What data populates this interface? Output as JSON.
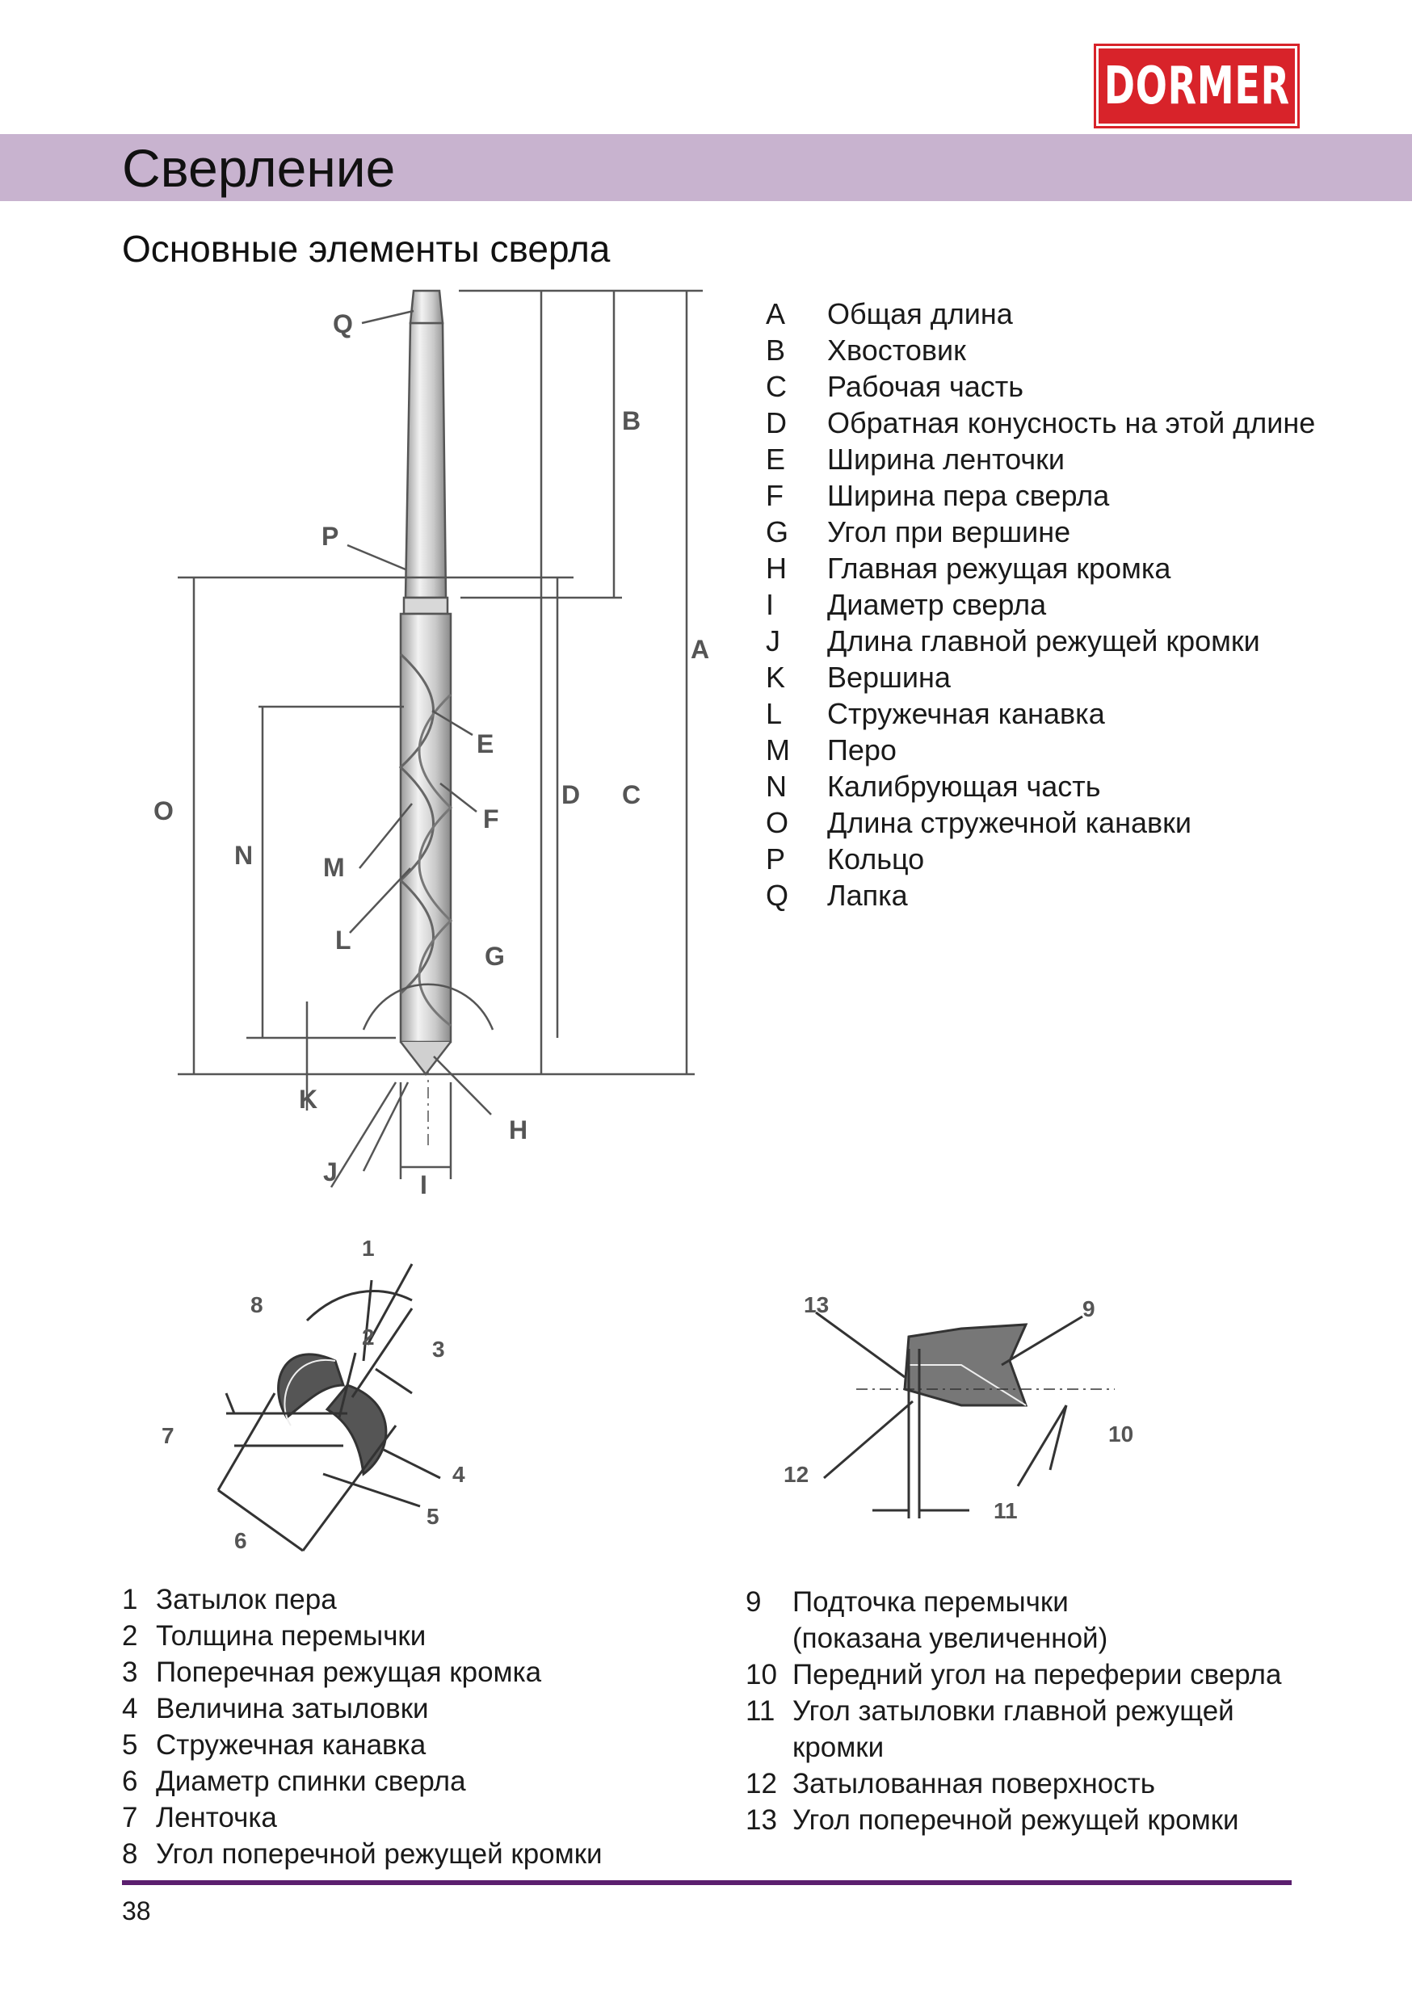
{
  "brand": {
    "logo_text": "DORMER",
    "color": "#d8232a"
  },
  "header": {
    "title": "Сверление",
    "band_color": "#c8b3cf"
  },
  "section": {
    "subtitle": "Основные элементы сверла"
  },
  "main_diagram": {
    "labels": [
      "Q",
      "B",
      "P",
      "A",
      "E",
      "F",
      "O",
      "D",
      "C",
      "N",
      "M",
      "L",
      "G",
      "K",
      "H",
      "J",
      "I"
    ]
  },
  "legend_letters": [
    {
      "key": "A",
      "text": "Общая длина"
    },
    {
      "key": "B",
      "text": "Хвостовик"
    },
    {
      "key": "C",
      "text": "Рабочая часть"
    },
    {
      "key": "D",
      "text": "Обратная конусность на этой длине"
    },
    {
      "key": "E",
      "text": "Ширина ленточки"
    },
    {
      "key": "F",
      "text": "Ширина пера сверла"
    },
    {
      "key": "G",
      "text": "Угол при вершине"
    },
    {
      "key": "H",
      "text": "Главная режущая кромка"
    },
    {
      "key": "I",
      "text": "Диаметр сверла"
    },
    {
      "key": "J",
      "text": "Длина главной режущей кромки"
    },
    {
      "key": "K",
      "text": "Вершина"
    },
    {
      "key": "L",
      "text": "Стружечная канавка"
    },
    {
      "key": "M",
      "text": "Перо"
    },
    {
      "key": "N",
      "text": "Калибрующая часть"
    },
    {
      "key": "O",
      "text": "Длина стружечной канавки"
    },
    {
      "key": "P",
      "text": "Кольцо"
    },
    {
      "key": "Q",
      "text": "Лапка"
    }
  ],
  "cross_section_diagram": {
    "labels": [
      "1",
      "2",
      "3",
      "8",
      "7",
      "4",
      "5",
      "6"
    ]
  },
  "tip_diagram": {
    "labels": [
      "13",
      "9",
      "10",
      "12",
      "11"
    ]
  },
  "legend_left": [
    {
      "num": "1",
      "text": "Затылок пера"
    },
    {
      "num": "2",
      "text": "Толщина перемычки"
    },
    {
      "num": "3",
      "text": "Поперечная режущая кромка"
    },
    {
      "num": "4",
      "text": "Величина затыловки"
    },
    {
      "num": "5",
      "text": "Стружечная канавка"
    },
    {
      "num": "6",
      "text": "Диаметр спинки сверла"
    },
    {
      "num": "7",
      "text": "Ленточка"
    },
    {
      "num": "8",
      "text": "Угол поперечной режущей кромки"
    }
  ],
  "legend_right": [
    {
      "num": "9",
      "text": "Подточка перемычки",
      "cont": "(показана увеличенной)"
    },
    {
      "num": "10",
      "text": "Передний угол на переферии сверла",
      "cont": ""
    },
    {
      "num": "11",
      "text": "Угол затыловки главной режущей",
      "cont": "кромки"
    },
    {
      "num": "12",
      "text": "Затылованная поверхность",
      "cont": ""
    },
    {
      "num": "13",
      "text": "Угол поперечной режущей кромки",
      "cont": ""
    }
  ],
  "footer": {
    "page_number": "38",
    "rule_color": "#5b1f6e"
  }
}
